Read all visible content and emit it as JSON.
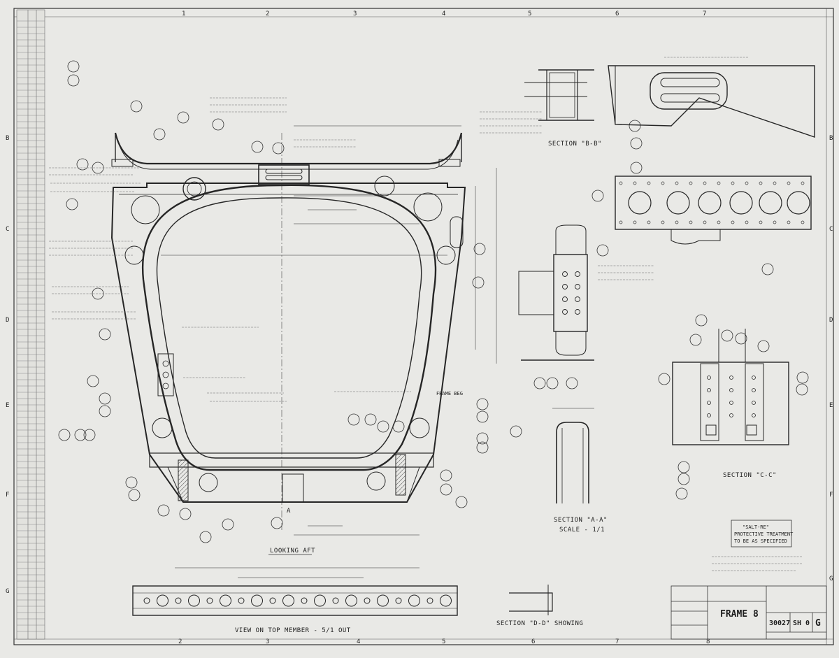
{
  "border": {
    "top_zones": [
      "1",
      "2",
      "3",
      "4",
      "5",
      "6",
      "7"
    ],
    "bottom_zones": [
      "2",
      "3",
      "4",
      "5",
      "6",
      "7",
      "8"
    ],
    "left_zones": [
      "B",
      "C",
      "D",
      "E",
      "F",
      "G"
    ]
  },
  "labels": {
    "looking_aft": "LOOKING AFT",
    "section_bb": "SECTION \"B-B\"",
    "section_aa": "SECTION \"A-A\"",
    "section_cc": "SECTION \"C-C\"",
    "scale": "SCALE - 1/1",
    "view_top_member": "VIEW ON TOP MEMBER - 5/1 OUT",
    "section_dd": "SECTION \"D-D\" SHOWING",
    "frame_note": "FRAME BEG",
    "point_a": "A"
  },
  "title_block": {
    "drawing_title": "FRAME 8",
    "drawing_number": "30027",
    "sheet": "SH 0",
    "revision": "G"
  },
  "protection_note": {
    "line1": "\"SALT-RE\"",
    "line2": "PROTECTIVE TREATMENT",
    "line3": "TO BE AS SPECIFIED"
  }
}
